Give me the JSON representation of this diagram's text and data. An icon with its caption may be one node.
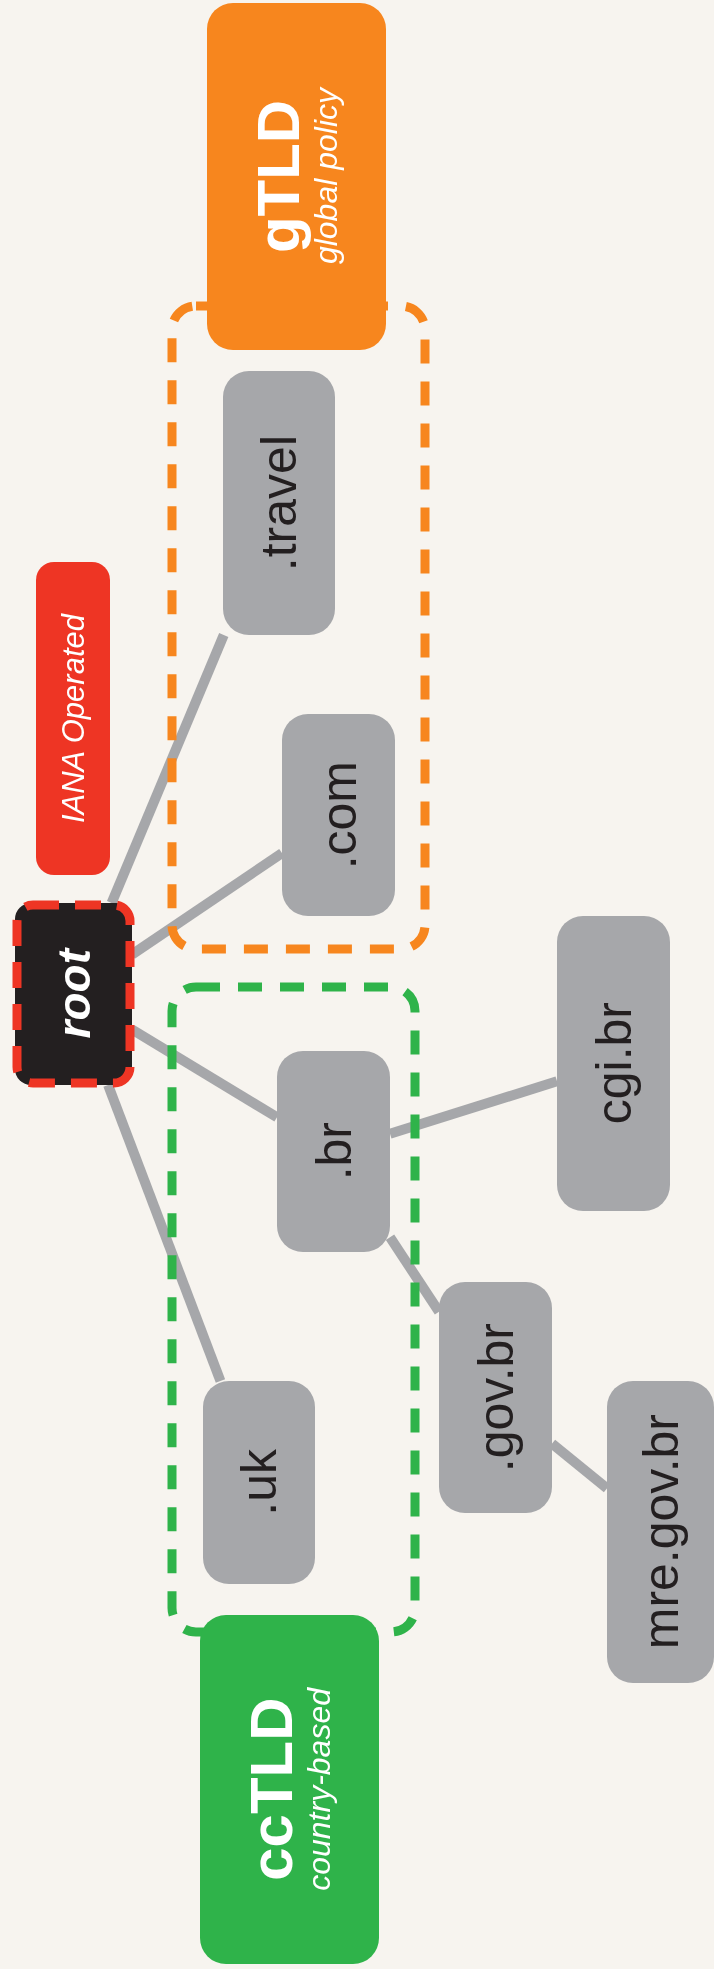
{
  "diagram": {
    "nodes": [
      {
        "text": [
          "gTLD",
          "global policy"
        ]
      },
      {
        "text": [],
        "shape": "box"
      },
      {
        "text": [
          ".travel"
        ],
        "in": 1
      },
      {
        "text": [
          ".com"
        ],
        "in": 1
      },
      {
        "text": [
          "IANA Operated"
        ]
      },
      {
        "text": [
          "root"
        ]
      },
      {
        "text": [],
        "shape": "box"
      },
      {
        "text": [
          ".br"
        ],
        "in": 6
      },
      {
        "text": [
          ".uk"
        ],
        "in": 6
      },
      {
        "text": [
          "cgi.br"
        ]
      },
      {
        "text": [
          ".gov.br"
        ]
      },
      {
        "text": [
          "mre.gov.br"
        ]
      },
      {
        "text": [
          "ccTLD",
          "country-based"
        ]
      }
    ],
    "edges": [
      {
        "from": 5,
        "to": 2,
        "arrow": "none"
      },
      {
        "from": 5,
        "to": 3,
        "arrow": "none"
      },
      {
        "from": 5,
        "to": 7,
        "arrow": "none"
      },
      {
        "from": 5,
        "to": 8,
        "arrow": "none"
      },
      {
        "from": 7,
        "to": 9,
        "arrow": "none"
      },
      {
        "from": 7,
        "to": 10,
        "arrow": "none"
      },
      {
        "from": 10,
        "to": 11,
        "arrow": "none"
      }
    ]
  }
}
